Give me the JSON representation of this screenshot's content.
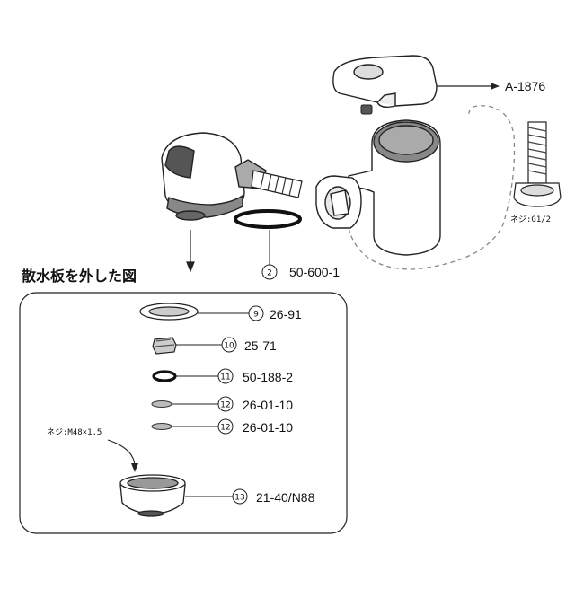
{
  "title": "散水板を外した図",
  "thread_hose": "ネジ:G1/2",
  "thread_cap": "ネジ:M48×1.5",
  "callouts": [
    {
      "num": "",
      "part": "A-1876"
    },
    {
      "num": "2",
      "part": "50-600-1"
    },
    {
      "num": "9",
      "part": "26-91"
    },
    {
      "num": "10",
      "part": "25-71"
    },
    {
      "num": "11",
      "part": "50-188-2"
    },
    {
      "num": "12",
      "part": "26-01-10"
    },
    {
      "num": "12",
      "part": "26-01-10"
    },
    {
      "num": "13",
      "part": "21-40/N88"
    }
  ]
}
